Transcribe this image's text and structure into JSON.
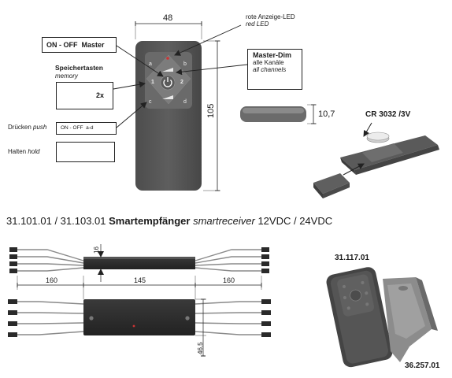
{
  "remote": {
    "width_dim": "48",
    "height_dim": "105",
    "depth_dim": "10,7",
    "battery": "CR 3032 /3V",
    "buttons": {
      "a": "a",
      "b": "b",
      "c": "c",
      "d": "d",
      "one": "1",
      "two": "2"
    }
  },
  "callouts": {
    "led_de": "rote Anzeige-LED",
    "led_en": "red LED",
    "master": "ON - OFF  Master",
    "memory_de": "Speichertasten",
    "memory_en": "memory",
    "memory_count": "2x",
    "push_de": "Drücken",
    "push_en": "push",
    "push_value": "ON - OFF  a-d",
    "hold_de": "Halten",
    "hold_en": "hold",
    "masterdim_title": "Master-Dim",
    "masterdim_de": "alle Kanäle",
    "masterdim_en": "all channels"
  },
  "receiver": {
    "codes": "31.101.01 / 31.103.01",
    "name_de": "Smartempfänger",
    "name_en": "smartreceiver",
    "voltage": "12VDC / 24VDC",
    "dim_height": "16",
    "dim_lead_left": "160",
    "dim_body": "145",
    "dim_lead_right": "160",
    "dim_width": "46,5"
  },
  "products": {
    "remote_code": "31.117.01",
    "holder_code": "36.257.01"
  }
}
